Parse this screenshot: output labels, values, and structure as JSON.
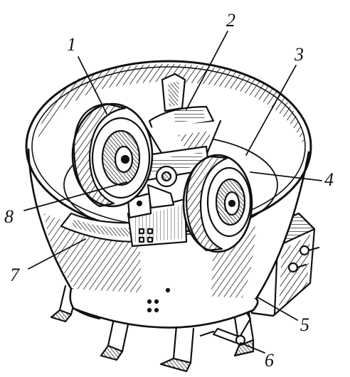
{
  "diagram": {
    "callouts": [
      {
        "id": "1",
        "text": "1"
      },
      {
        "id": "2",
        "text": "2"
      },
      {
        "id": "3",
        "text": "3"
      },
      {
        "id": "4",
        "text": "4"
      },
      {
        "id": "5",
        "text": "5"
      },
      {
        "id": "6",
        "text": "6"
      },
      {
        "id": "7",
        "text": "7"
      },
      {
        "id": "8",
        "text": "8"
      }
    ],
    "colors": {
      "ink": "#111111",
      "paper": "#ffffff"
    }
  }
}
